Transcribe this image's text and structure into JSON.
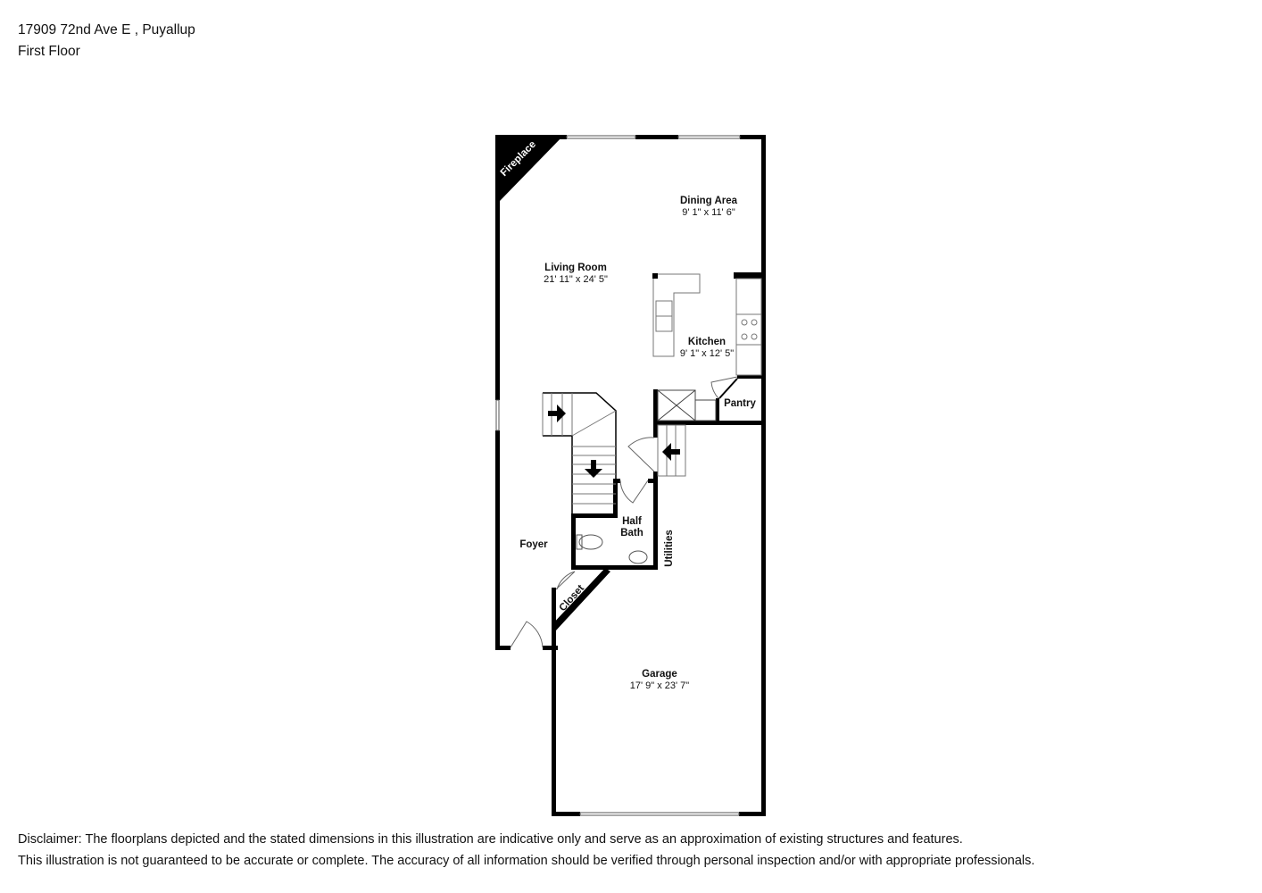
{
  "header": {
    "address": "17909 72nd Ave E , Puyallup",
    "floor": "First Floor"
  },
  "rooms": {
    "dining": {
      "name": "Dining Area",
      "dims": "9' 1\" x 11' 6\""
    },
    "living": {
      "name": "Living Room",
      "dims": "21' 11\" x 24' 5\""
    },
    "kitchen": {
      "name": "Kitchen",
      "dims": "9' 1\" x 12' 5\""
    },
    "pantry": {
      "name": "Pantry"
    },
    "half_bath": {
      "name_line1": "Half",
      "name_line2": "Bath"
    },
    "foyer": {
      "name": "Foyer"
    },
    "utilities": {
      "name": "Utilities"
    },
    "closet": {
      "name": "Closet"
    },
    "fireplace": {
      "name": "Fireplace"
    },
    "garage": {
      "name": "Garage",
      "dims": "17' 9\" x 23' 7\""
    }
  },
  "disclaimer": {
    "line1": "Disclaimer: The floorplans depicted and the stated dimensions in this illustration are indicative only and serve as an approximation of existing structures and features.",
    "line2": "This illustration is not guaranteed to be accurate or complete. The accuracy of all information should be verified through personal inspection and/or with appropriate professionals."
  }
}
